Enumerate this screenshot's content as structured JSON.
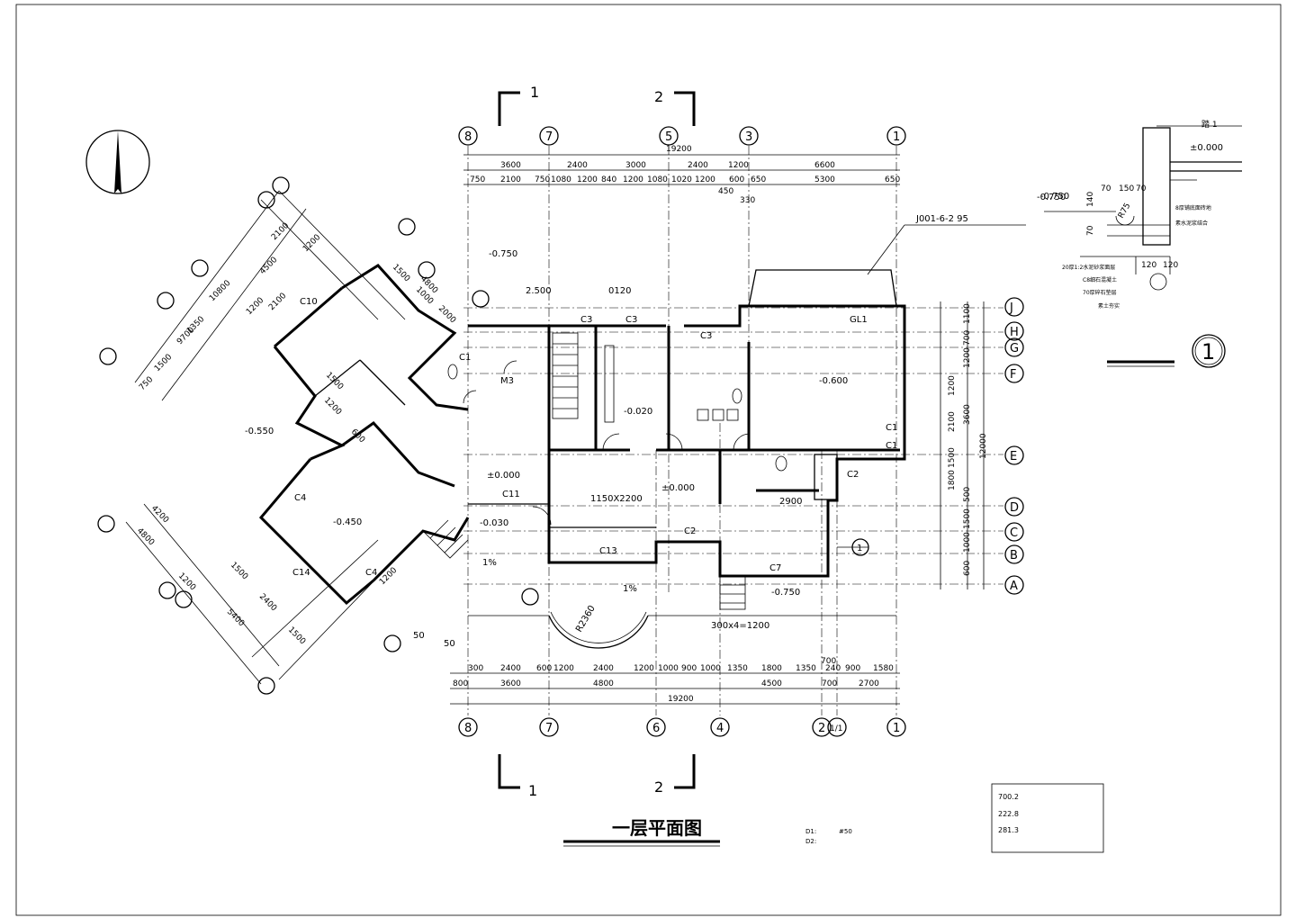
{
  "title": "一层平面图",
  "scale_note": {
    "d1": "D1:",
    "d2": "D2:",
    "value": "#50"
  },
  "area_table": [
    "700.2",
    "222.8",
    "281.3"
  ],
  "section_marks": {
    "sec1": "1",
    "sec2": "2"
  },
  "top_axes": [
    "8",
    "7",
    "5",
    "3",
    "1"
  ],
  "bottom_axes": [
    "8",
    "7",
    "6",
    "4",
    "2",
    "1/1",
    "1"
  ],
  "right_axes": [
    "J",
    "H",
    "G",
    "F",
    "E",
    "D",
    "C",
    "B",
    "A"
  ],
  "detail_ref": "1",
  "detail_ref_note": "J001-6-2 95",
  "top_dims": {
    "total": "19200",
    "row1": [
      "3600",
      "2400",
      "3000",
      "2400",
      "1200",
      "6600"
    ],
    "row2": [
      "750",
      "2100",
      "750",
      "1080",
      "1200",
      "840",
      "1200",
      "1080",
      "1020",
      "1200",
      "600",
      "650",
      "5300",
      "650"
    ],
    "row3": [
      "450",
      "330"
    ]
  },
  "bottom_dims": {
    "row1": [
      "300",
      "2400",
      "600",
      "1200",
      "2400",
      "1200",
      "1000",
      "900",
      "1000",
      "1350",
      "1800",
      "1350",
      "240",
      "900",
      "1580"
    ],
    "row2": [
      "800",
      "3600",
      "4800",
      "4500",
      "700",
      "2700"
    ],
    "total": "19200",
    "extra": "700"
  },
  "right_dims": [
    "1100",
    "700",
    "1200",
    "1200",
    "3600",
    "2100",
    "12000",
    "500",
    "1500",
    "1000",
    "600",
    "1800",
    "1500"
  ],
  "left_dims": [
    "4500",
    "10800",
    "9700",
    "2100",
    "1200",
    "1200",
    "1500",
    "2100",
    "1350",
    "750",
    "1500",
    "4200",
    "4800",
    "1200",
    "1500",
    "2400",
    "5400",
    "1500",
    "1200",
    "600",
    "1200",
    "4800",
    "2000",
    "1000",
    "1500"
  ],
  "elevations": [
    "-0.750",
    "-0.550",
    "-0.450",
    "-0.030",
    "±0.000",
    "±0.000",
    "-0.020",
    "-0.600",
    "-0.750",
    "-0.750",
    "2.500",
    "0120",
    "±0.000"
  ],
  "room_labels": [
    "C10",
    "C1",
    "C4",
    "C4",
    "C14",
    "C11",
    "C3",
    "C3",
    "C3",
    "C13",
    "C2",
    "C2",
    "C7",
    "GL1",
    "C1",
    "C1",
    "M3",
    "1150X2200",
    "1%",
    "1%",
    "R2360",
    "300x4=1200",
    "2900",
    "50",
    "50"
  ],
  "detail": {
    "title": "踏 1",
    "elev_top": "±0.000",
    "elev_side": "-0.750",
    "dims": [
      "70",
      "150",
      "70",
      "120",
      "120",
      "140",
      "70",
      "R75"
    ],
    "notes": [
      "8厚铺底面砖地",
      "素水泥浆结合",
      "20厚1:2水泥砂浆面层",
      "C8细石混凝土",
      "70厚碎石垫层",
      "素土夯实"
    ]
  }
}
